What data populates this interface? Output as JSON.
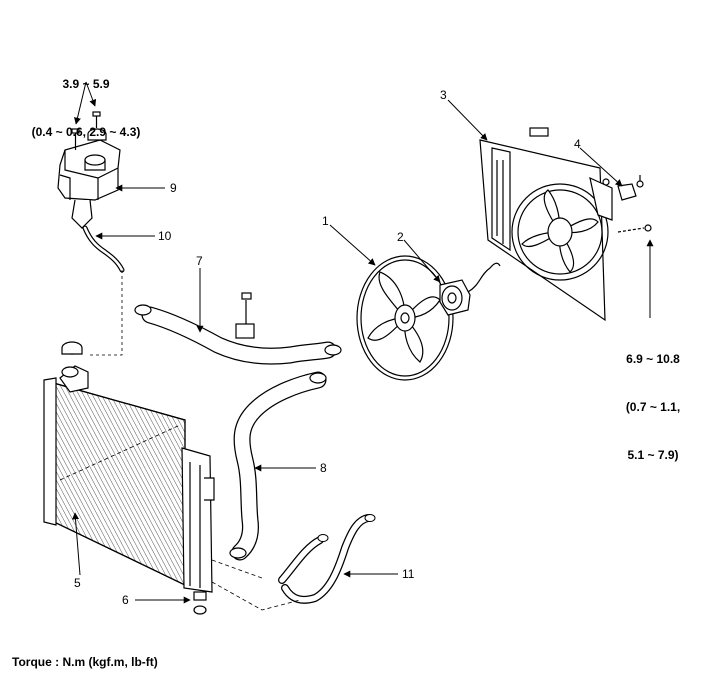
{
  "callouts": [
    "1",
    "2",
    "3",
    "4",
    "5",
    "6",
    "7",
    "8",
    "9",
    "10",
    "11"
  ],
  "torque": {
    "reservoir_line1": "3.9 ~ 5.9",
    "reservoir_line2": "(0.4 ~ 0.6, 2.9 ~ 4.3)",
    "shroud_line1": "6.9 ~ 10.8",
    "shroud_line2": "(0.7 ~ 1.1,",
    "shroud_line3": "5.1 ~ 7.9)"
  },
  "footer": "Torque : N.m (kgf.m, lb-ft)"
}
